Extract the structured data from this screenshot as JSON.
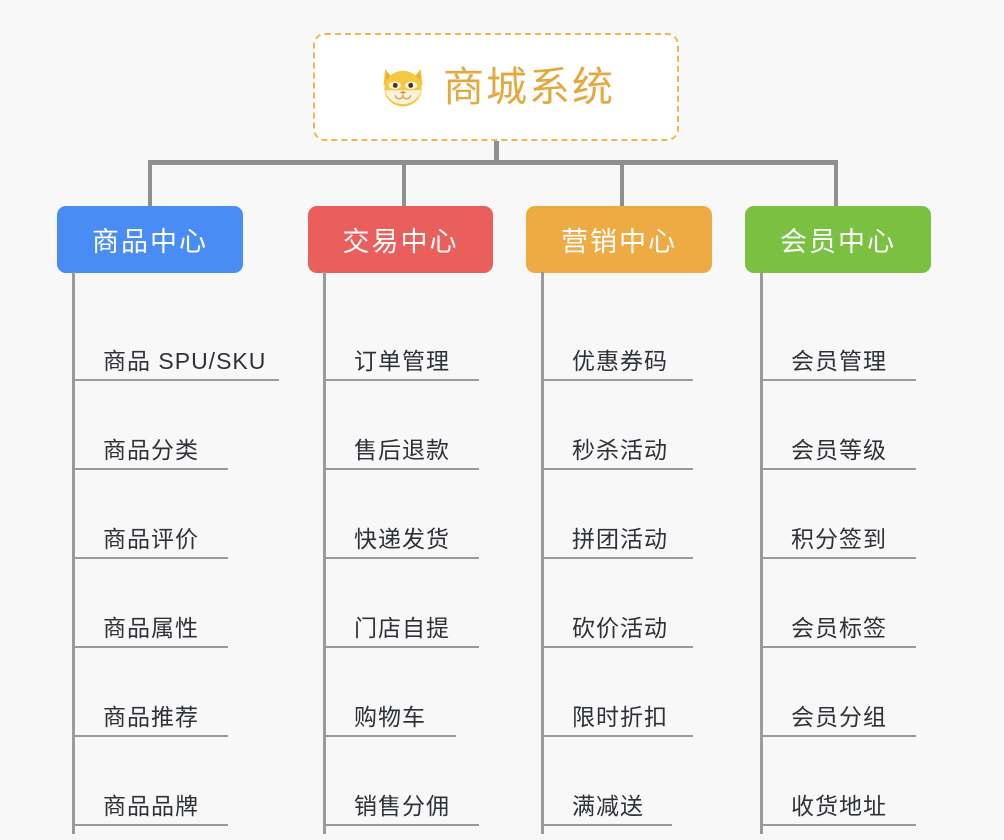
{
  "diagram": {
    "type": "mind-map",
    "background_color": "#f8f8f8",
    "root": {
      "label": "商城系统",
      "icon": "shiba-dog-face-emoji",
      "text_color": "#e3a93f",
      "border_color": "#f0b553",
      "fill_color": "#ffffff"
    },
    "connector_color": "#8f8f8f",
    "branches": [
      {
        "label": "商品中心",
        "color": "#4a8cf5",
        "items": [
          "商品 SPU/SKU",
          "商品分类",
          "商品评价",
          "商品属性",
          "商品推荐",
          "商品品牌"
        ]
      },
      {
        "label": "交易中心",
        "color": "#ea5f5b",
        "items": [
          "订单管理",
          "售后退款",
          "快递发货",
          "门店自提",
          "购物车",
          "销售分佣"
        ]
      },
      {
        "label": "营销中心",
        "color": "#eeab44",
        "items": [
          "优惠券码",
          "秒杀活动",
          "拼团活动",
          "砍价活动",
          "限时折扣",
          "满减送"
        ]
      },
      {
        "label": "会员中心",
        "color": "#7ac142",
        "items": [
          "会员管理",
          "会员等级",
          "积分签到",
          "会员标签",
          "会员分组",
          "收货地址"
        ]
      }
    ]
  }
}
